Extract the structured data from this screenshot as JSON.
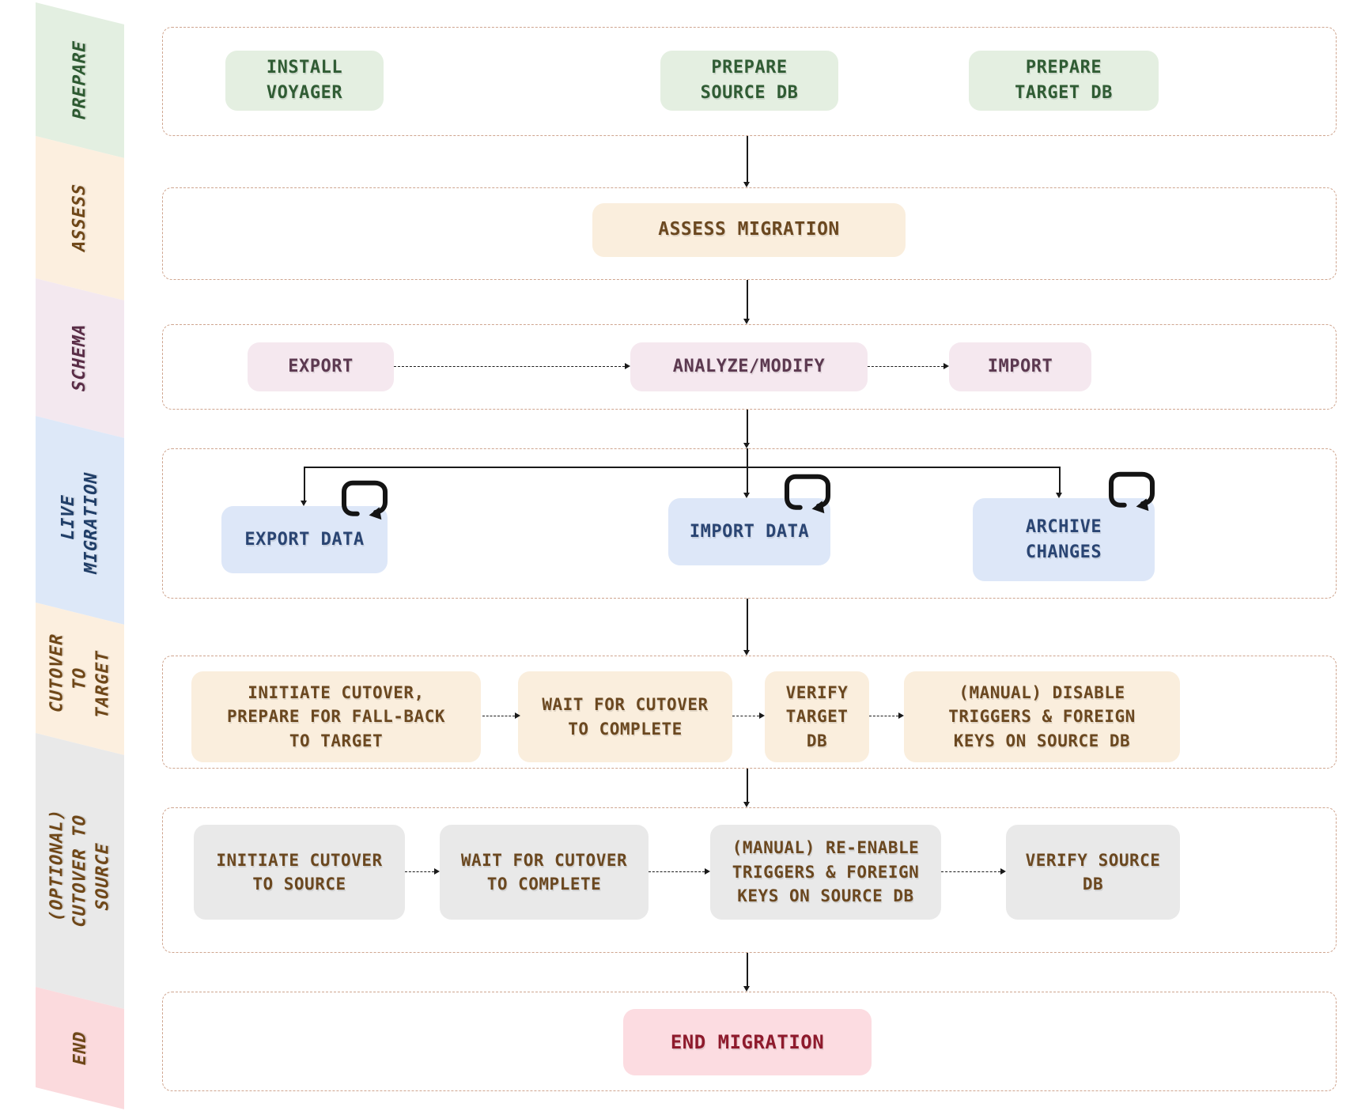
{
  "title": "Database migration workflow flowchart",
  "sidebar": {
    "segments": [
      {
        "id": "prepare",
        "label": "PREPARE",
        "bg": "#e3efe1",
        "color": "#2d5a31"
      },
      {
        "id": "assess",
        "label": "ASSESS",
        "bg": "#fcefdf",
        "color": "#6f4718"
      },
      {
        "id": "schema",
        "label": "SCHEMA",
        "bg": "#f3e8ef",
        "color": "#5a2d47"
      },
      {
        "id": "live-migration",
        "label": "LIVE\nMIGRATION",
        "bg": "#dde8f8",
        "color": "#203e68"
      },
      {
        "id": "cutover-to-target",
        "label": "CUTOVER TO\nTARGET",
        "bg": "#fcefdf",
        "color": "#6f4718"
      },
      {
        "id": "optional-cutover-to-source",
        "label": "(OPTIONAL)\nCUTOVER TO\nSOURCE",
        "bg": "#e9e9e9",
        "color": "#6f4718"
      },
      {
        "id": "end",
        "label": "END",
        "bg": "#fbdadd",
        "color": "#6f4718"
      }
    ]
  },
  "palette": {
    "green": {
      "bg": "#e4efe1",
      "color": "#305c34"
    },
    "cream": {
      "bg": "#faeedd",
      "color": "#6b4820"
    },
    "pink": {
      "bg": "#f5e8ef",
      "color": "#5c3950"
    },
    "blue": {
      "bg": "#dde7f8",
      "color": "#2a4573"
    },
    "gray": {
      "bg": "#e9e9e9",
      "color": "#6b4820"
    },
    "red": {
      "bg": "#fcdce1",
      "color": "#8e1a2c"
    }
  },
  "line_color": "#1a1a1a",
  "row_border_color": "#cfa58f",
  "icons": {
    "loop": "repeat-loop-arrow-icon"
  },
  "rows": [
    {
      "id": "prepare",
      "type": "green",
      "boxes": [
        {
          "id": "install-voyager",
          "label": "INSTALL\nVOYAGER"
        },
        {
          "id": "prepare-source-db",
          "label": "PREPARE\nSOURCE DB"
        },
        {
          "id": "prepare-target-db",
          "label": "PREPARE\nTARGET DB"
        }
      ]
    },
    {
      "id": "assess",
      "type": "cream",
      "boxes": [
        {
          "id": "assess-migration",
          "label": "ASSESS MIGRATION"
        }
      ]
    },
    {
      "id": "schema",
      "type": "pink",
      "boxes": [
        {
          "id": "export-schema",
          "label": "EXPORT"
        },
        {
          "id": "analyze-modify",
          "label": "ANALYZE/MODIFY"
        },
        {
          "id": "import-schema",
          "label": "IMPORT"
        }
      ]
    },
    {
      "id": "live-migration",
      "type": "blue",
      "boxes": [
        {
          "id": "export-data",
          "label": "EXPORT DATA",
          "loop_icon": true
        },
        {
          "id": "import-data",
          "label": "IMPORT DATA",
          "loop_icon": true
        },
        {
          "id": "archive-changes",
          "label": "ARCHIVE\nCHANGES",
          "loop_icon": true
        }
      ]
    },
    {
      "id": "cutover-to-target",
      "type": "cream",
      "boxes": [
        {
          "id": "initiate-cutover-target",
          "label": "INITIATE CUTOVER,\nPREPARE FOR FALL-BACK\nTO TARGET"
        },
        {
          "id": "wait-cutover-complete-target",
          "label": "WAIT FOR CUTOVER\nTO COMPLETE"
        },
        {
          "id": "verify-target-db",
          "label": "VERIFY\nTARGET\nDB"
        },
        {
          "id": "disable-triggers-source",
          "label": "(MANUAL) DISABLE\nTRIGGERS & FOREIGN\nKEYS ON SOURCE DB"
        }
      ]
    },
    {
      "id": "optional-cutover-to-source",
      "type": "gray",
      "boxes": [
        {
          "id": "initiate-cutover-source",
          "label": "INITIATE CUTOVER\nTO SOURCE"
        },
        {
          "id": "wait-cutover-complete-source",
          "label": "WAIT FOR CUTOVER\nTO COMPLETE"
        },
        {
          "id": "reenable-triggers-source",
          "label": "(MANUAL) RE-ENABLE\nTRIGGERS & FOREIGN\nKEYS ON SOURCE DB"
        },
        {
          "id": "verify-source-db",
          "label": "VERIFY SOURCE\nDB"
        }
      ]
    },
    {
      "id": "end",
      "type": "red",
      "boxes": [
        {
          "id": "end-migration",
          "label": "END MIGRATION"
        }
      ]
    }
  ]
}
